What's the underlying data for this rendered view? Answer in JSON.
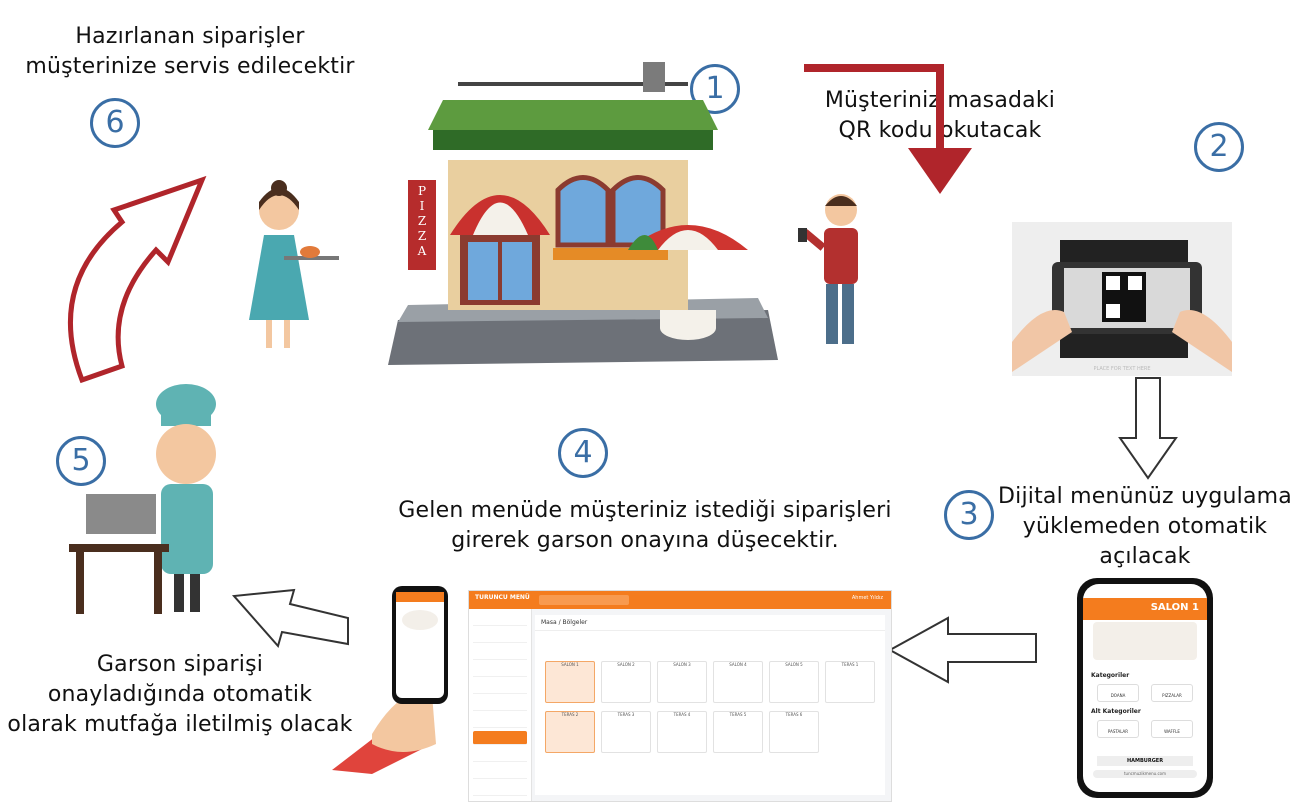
{
  "steps": [
    {
      "n": "1"
    },
    {
      "n": "2",
      "text": [
        "Müşteriniz masadaki",
        "QR kodu okutacak"
      ]
    },
    {
      "n": "3",
      "text": [
        "Dijital menünüz uygulama",
        "yüklemeden otomatik",
        "açılacak"
      ]
    },
    {
      "n": "4",
      "text": [
        "Gelen menüde müşteriniz istediği siparişleri",
        "girerek garson onayına düşecektir."
      ]
    },
    {
      "n": "5",
      "text": [
        "Garson siparişi",
        "onayladığında otomatik",
        "olarak mutfağa iletilmiş olacak"
      ]
    },
    {
      "n": "6",
      "text": [
        "Hazırlanan siparişler",
        "müşterinize servis edilecektir"
      ]
    }
  ],
  "shop_sign": "PIZZA",
  "qr_caption": "PLACE FOR TEXT HERE",
  "phone": {
    "salon": "SALON 1",
    "kategoriler": "Kategoriler",
    "alt_kategoriler": "Alt Kategoriler",
    "burger": "HAMBURGER",
    "url": "tuncmuzikmenu.com",
    "chip1": "DOANA",
    "chip2": "PIZZALAR",
    "chip3": "PASTALAR",
    "chip4": "WAFFLE"
  },
  "dashboard": {
    "brand": "TURUNCU MENÜ",
    "user": "Ahmet Yıldız",
    "section": "Masa / Bölgeler",
    "salons": [
      "SALON 1",
      "SALON 2",
      "SALON 3",
      "SALON 4",
      "SALON 5",
      "TERAS 1",
      "TERAS 2",
      "TERAS 3",
      "TERAS 4",
      "TERAS 5",
      "TERAS 6"
    ]
  },
  "colors": {
    "accent": "#f47c1e",
    "circle": "#3a6ea5",
    "arrow_red": "#b0252b"
  }
}
